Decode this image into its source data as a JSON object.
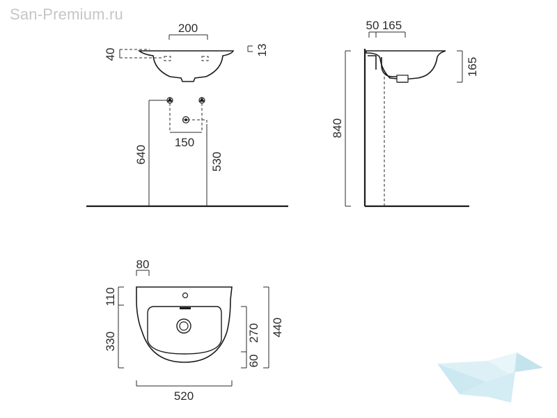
{
  "watermark": "San-Premium.ru",
  "front_view": {
    "dim_width_top": "200",
    "dim_rim_height": "40",
    "dim_rim_thickness": "13",
    "dim_tap_spacing": "150",
    "dim_tap_height": "640",
    "dim_drain_height": "530"
  },
  "side_view": {
    "dim_wall_offset": "50",
    "dim_depth": "165",
    "dim_bowl_height": "165",
    "dim_total_height": "840"
  },
  "top_view": {
    "dim_tap_offset": "80",
    "dim_back_depth": "110",
    "dim_front_depth": "330",
    "dim_bowl_depth": "270",
    "dim_front_margin": "60",
    "dim_total_depth": "440",
    "dim_width": "520"
  },
  "logo": {
    "color": "#bfe3ee"
  }
}
